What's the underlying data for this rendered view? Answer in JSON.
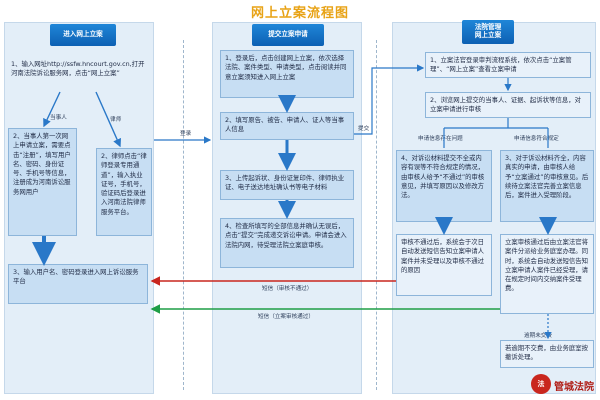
{
  "title": "网上立案流程图",
  "headers": {
    "h1": "进入网上立案",
    "h2": "提交立案申请",
    "h3_line1": "法院管理",
    "h3_line2": "网上立案"
  },
  "col1": {
    "step1": "1、输入网址http://ssfw.hncourt.gov.cn,打开河南法院诉讼服务网，点击“网上立案”",
    "party_label": "当事人",
    "lawyer_label": "律师",
    "step2_party": "2、当事人第一次网上申请立案，需要点击“注册”，填写用户名、密码、身份证号、手机号等信息，注册成为河南诉讼服务网用户",
    "step2_lawyer": "2、律师点击“律师登录专用通道”，输入执业证号，手机号，验证码后登录进入河南法院律师服务平台。",
    "step3": "3、输入用户名、密码登录进入网上诉讼服务平台"
  },
  "col2": {
    "step1": "1、登录后，点击创建网上立案，依次选择法院、案件类型、申请类型，点击阅读并同意立案须知进入网上立案",
    "step2": "2、填写原告、被告、申请人、证人等当事人信息",
    "step3": "3、上传起诉状、身份证复印件、律师执业证、电子送达地址确认书等电子材料",
    "step4": "4、检查所填写的全部信息并确认无误后，点击“提交”完成递交诉讼申请。申请会进入法院内网，待受理法院立案庭审核。"
  },
  "col3": {
    "step1": "1、立案法官登录审判流程系统，依次点击“立案管理”、“网上立案”查看立案申请",
    "step2": "2、浏览网上提交的当事人、证据、起诉状等信息，对立案申请进行审核",
    "left_label": "申请信息存在问题",
    "right_label": "申请信息符合规定",
    "step4_left": "4、对诉讼材料提交不全或内容有误等不符合规定的情况，由审核人给予“不通过”的审核意见，并填写原因以及修改方法。",
    "step3_right": "3、对于诉讼材料齐全，内容真实的申请，由审核人给予“立案通过”的审核意见。后续待立案法官完善立案信息后，案件进入受理阶段。",
    "reject_note": "审核不通过后，系统会于次日自动发送短信告知立案申请人案件并未受理以及审核不通过的原因",
    "accept_note": "立案审核通过后由立案法官将案件分派给业务庭室办理。同时，系统会自动发送短信告知立案申请人案件已经受理，请在规定时间内交纳案件受理费。",
    "unpaid_label": "逾期未交费",
    "unpaid_note": "若逾期不交费，由业务庭室按撤诉处理。"
  },
  "edges": {
    "login": "登录",
    "submit": "提交",
    "sms_fail": "短信（审核不通过）",
    "sms_pass": "短信（立案审核通过）"
  },
  "footer": {
    "brand": "管城法院",
    "seal_text": "法"
  },
  "colors": {
    "title": "#e8a316",
    "header": "#0d60b3",
    "box": "#c7def3",
    "arrow": "#2a78c8",
    "red_line": "#c9261e",
    "green_line": "#1f9e46"
  }
}
